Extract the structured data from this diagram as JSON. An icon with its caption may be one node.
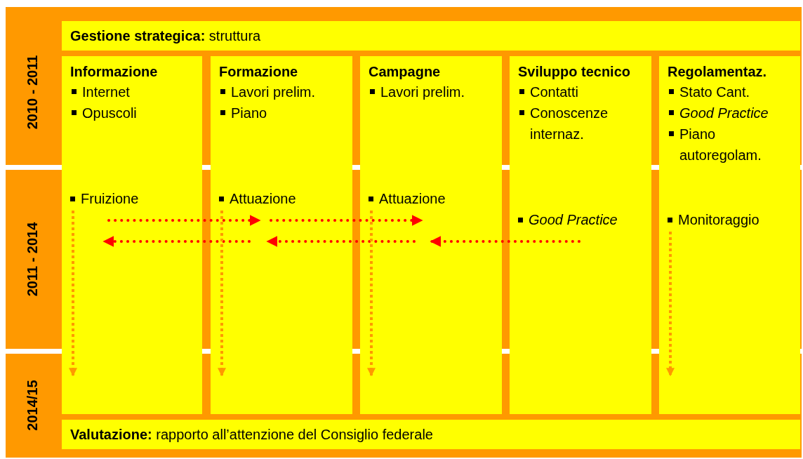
{
  "diagram": {
    "nodes": [
      {
        "text": [
          "**Gestione strategica:** struttura"
        ]
      },
      {
        "text": [
          "Informazione",
          "Internet",
          "Opuscoli"
        ]
      },
      {
        "text": [
          "Fruizione"
        ],
        "in": 1
      },
      {
        "text": [
          "Formazione",
          "Lavori prelim.",
          "Piano"
        ]
      },
      {
        "text": [
          "Attuazione"
        ],
        "in": 3
      },
      {
        "text": [
          "Campagne",
          "Lavori prelim."
        ]
      },
      {
        "text": [
          "Attuazione"
        ],
        "in": 5
      },
      {
        "text": [
          "Sviluppo tecnico",
          "Contatti",
          "Conoscenze internaz."
        ]
      },
      {
        "text": [
          "Good Practice"
        ],
        "in": 7
      },
      {
        "text": [
          "Regolamentaz.",
          "Stato Cant.",
          "*Good Practice*",
          "Piano autoregolam."
        ]
      },
      {
        "text": [
          "Monitoraggio"
        ],
        "in": 9
      },
      {
        "text": [
          "**Valutazione:** rapporto all’attenzione del Consiglio federale"
        ]
      }
    ],
    "edges": [
      {
        "from": 2,
        "to": 4,
        "arrow": "to",
        "style": "dashed"
      },
      {
        "from": 4,
        "to": 6,
        "arrow": "to",
        "style": "dashed"
      },
      {
        "from": 4,
        "to": 2,
        "arrow": "to",
        "style": "dashed"
      },
      {
        "from": 6,
        "to": 4,
        "arrow": "to",
        "style": "dashed"
      },
      {
        "from": 8,
        "to": 6,
        "arrow": "to",
        "style": "dashed"
      },
      {
        "from": 2,
        "to": null,
        "arrow": "to",
        "style": "dashed",
        "color": "#ff9900"
      },
      {
        "from": 4,
        "to": null,
        "arrow": "to",
        "style": "dashed",
        "color": "#ff9900"
      },
      {
        "from": 6,
        "to": null,
        "arrow": "to",
        "style": "dashed",
        "color": "#ff9900"
      },
      {
        "from": 10,
        "to": null,
        "arrow": "to",
        "style": "dashed",
        "color": "#ff9900"
      }
    ],
    "labels": [
      "2010 - 2011",
      "2011 - 2014",
      "2014/15"
    ]
  }
}
